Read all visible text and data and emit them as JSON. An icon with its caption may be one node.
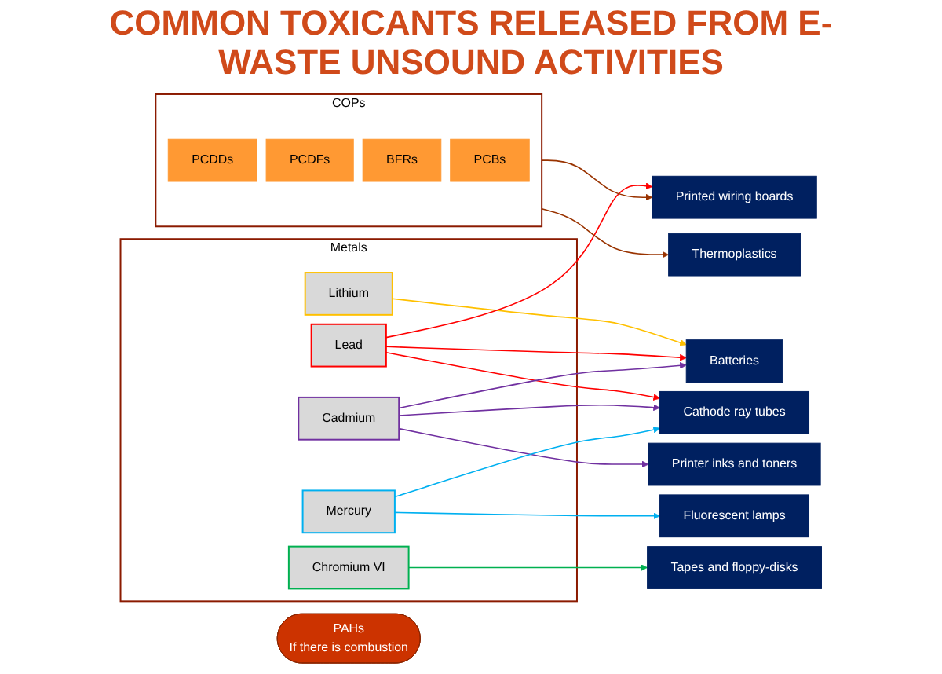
{
  "diagram": {
    "title": "COMMON TOXICANTS RELEASED FROM E-WASTE UNSOUND ACTIVITIES",
    "nodes": [
      {
        "text": [
          "Metals"
        ]
      },
      {
        "text": [
          "Lithium"
        ],
        "in": 0
      },
      {
        "text": [
          "Lead"
        ],
        "in": 0
      },
      {
        "text": [
          "Cadmium"
        ],
        "in": 0
      },
      {
        "text": [
          "Mercury"
        ],
        "in": 0
      },
      {
        "text": [
          "Chromium VI"
        ],
        "in": 0
      },
      {
        "text": [
          "COPs"
        ]
      },
      {
        "text": [
          "PCDDs"
        ],
        "in": 6
      },
      {
        "text": [
          "PCDFs"
        ],
        "in": 6
      },
      {
        "text": [
          "BFRs"
        ],
        "in": 6
      },
      {
        "text": [
          "PCBs"
        ],
        "in": 6
      },
      {
        "text": [
          "PAHs",
          "If there is combustion"
        ]
      },
      {
        "text": [
          "Batteries"
        ]
      },
      {
        "text": [
          "Cathode ray tubes"
        ]
      },
      {
        "text": [
          "Printed wiring boards"
        ]
      },
      {
        "text": [
          "Printer inks and toners"
        ]
      },
      {
        "text": [
          "Fluorescent lamps"
        ]
      },
      {
        "text": [
          "Tapes and floppy-disks"
        ]
      },
      {
        "text": [
          "Thermoplastics"
        ]
      }
    ],
    "edges": [
      {
        "from": 1,
        "to": 12,
        "arrow": "to",
        "color": "#ffc000"
      },
      {
        "from": 2,
        "to": 12,
        "arrow": "to",
        "color": "#ff0000"
      },
      {
        "from": 2,
        "to": 13,
        "arrow": "to",
        "color": "#ff0000"
      },
      {
        "from": 2,
        "to": 14,
        "arrow": "to",
        "color": "#ff0000"
      },
      {
        "from": 3,
        "to": 13,
        "arrow": "to",
        "color": "#7030a0"
      },
      {
        "from": 3,
        "to": 12,
        "arrow": "to",
        "color": "#7030a0"
      },
      {
        "from": 3,
        "to": 15,
        "arrow": "to",
        "color": "#7030a0"
      },
      {
        "from": 4,
        "to": 13,
        "arrow": "to",
        "color": "#00b0f0"
      },
      {
        "from": 4,
        "to": 16,
        "arrow": "to",
        "color": "#00b0f0"
      },
      {
        "from": 5,
        "to": 17,
        "arrow": "to",
        "color": "#00b050"
      },
      {
        "from": 6,
        "to": 14,
        "arrow": "to",
        "color": "#993300"
      },
      {
        "from": 6,
        "to": 18,
        "arrow": "to",
        "color": "#993300"
      }
    ]
  }
}
